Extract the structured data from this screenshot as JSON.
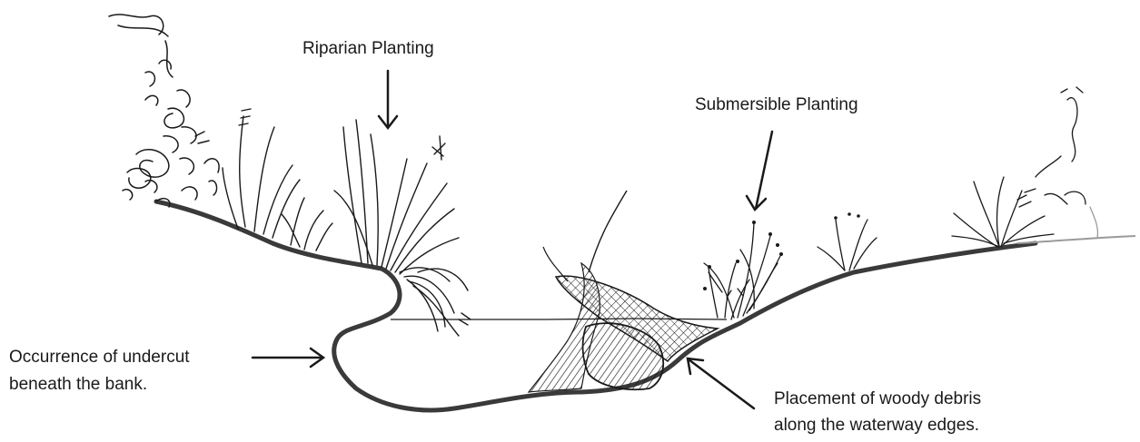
{
  "labels": {
    "riparian": "Riparian Planting",
    "submersible": "Submersible Planting",
    "undercut_line1": "Occurrence of undercut",
    "undercut_line2": "beneath the bank.",
    "debris_line1": "Placement of woody debris",
    "debris_line2": "along the waterway edges."
  },
  "colors": {
    "ink": "#1a1a1a",
    "bank": "#3a3a3a",
    "light_ink": "#9a9a9a"
  }
}
